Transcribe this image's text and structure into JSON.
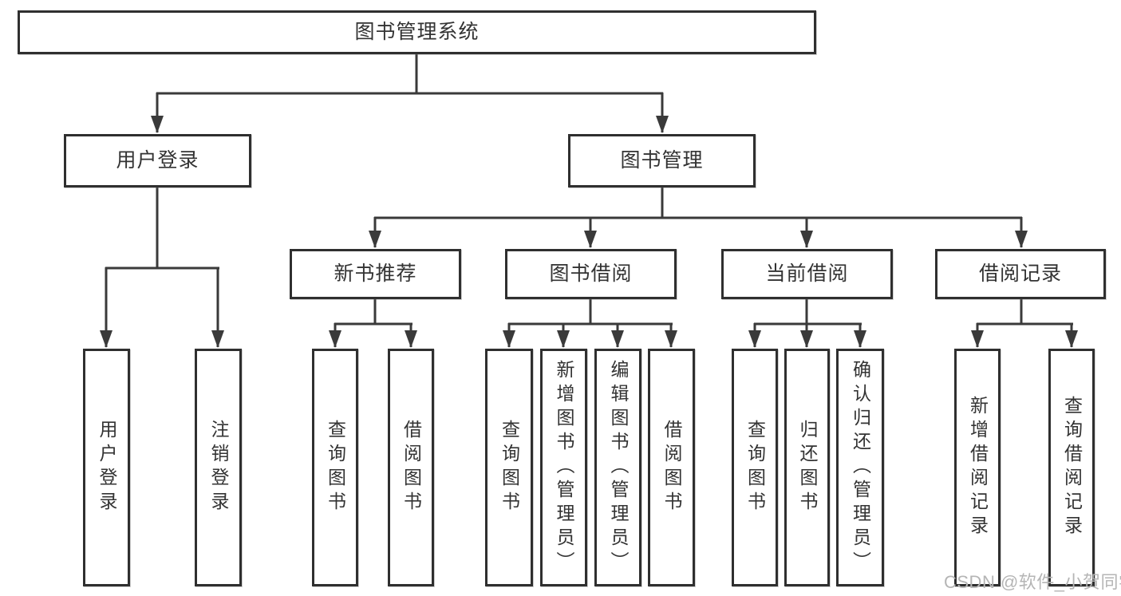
{
  "tree": {
    "label": "图书管理系统",
    "children": [
      {
        "label": "用户登录",
        "children": [
          {
            "label": "用户登录"
          },
          {
            "label": "注销登录"
          }
        ]
      },
      {
        "label": "图书管理",
        "children": [
          {
            "label": "新书推荐",
            "children": [
              {
                "label": "查询图书"
              },
              {
                "label": "借阅图书"
              }
            ]
          },
          {
            "label": "图书借阅",
            "children": [
              {
                "label": "查询图书"
              },
              {
                "label": "新增图书（管理员）"
              },
              {
                "label": "编辑图书（管理员）"
              },
              {
                "label": "借阅图书"
              }
            ]
          },
          {
            "label": "当前借阅",
            "children": [
              {
                "label": "查询图书"
              },
              {
                "label": "归还图书"
              },
              {
                "label": "确认归还（管理员）"
              }
            ]
          },
          {
            "label": "借阅记录",
            "children": [
              {
                "label": "新增借阅记录"
              },
              {
                "label": "查询借阅记录"
              }
            ]
          }
        ]
      }
    ]
  },
  "watermark": "CSDN @软件_小贺同学",
  "colors": {
    "border": "#2f2f2f",
    "wire": "#3a3a3a",
    "text": "#333333",
    "watermark": "#b5b5b5",
    "background": "#ffffff"
  }
}
